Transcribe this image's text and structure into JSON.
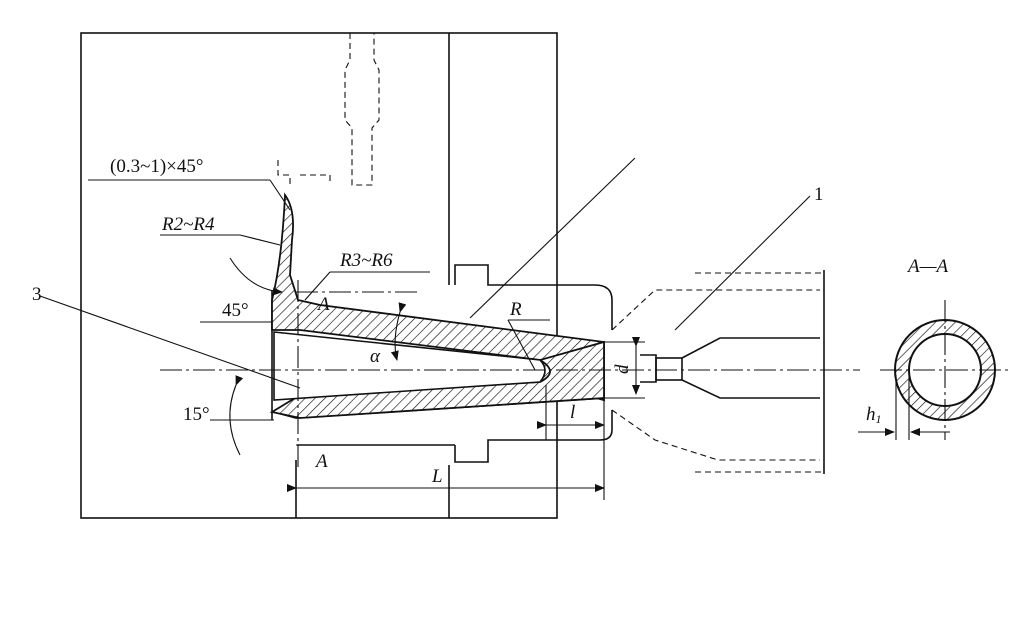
{
  "labels": {
    "chamfer": "(0.3~1)×45°",
    "r2_r4": "R2~R4",
    "r3_r6": "R3~R6",
    "angle_45": "45°",
    "angle_15": "15°",
    "alpha": "α",
    "radius_r": "R",
    "part_1": "1",
    "part_3": "3",
    "section_a_top": "A",
    "section_a_bottom": "A",
    "small_l": "l",
    "big_l": "L",
    "d": "d",
    "section_title": "A—A",
    "h1": "h",
    "h1_sub": "1"
  }
}
